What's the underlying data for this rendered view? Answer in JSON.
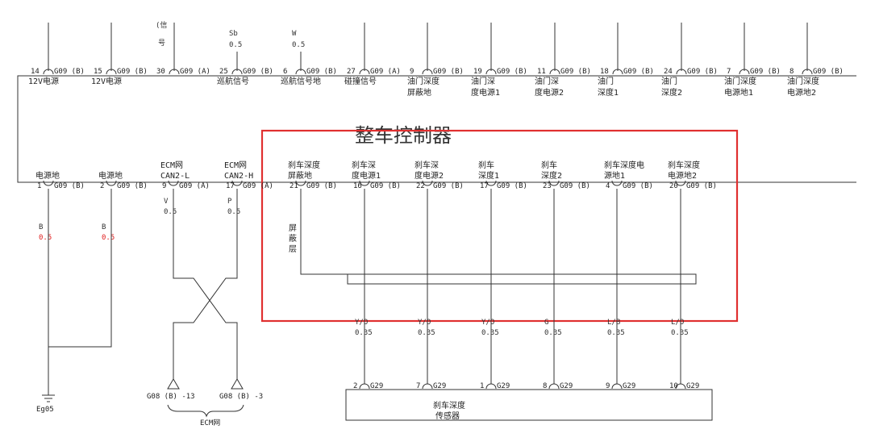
{
  "diagram": {
    "title": "整车控制器",
    "top_wire_labels": [
      {
        "id": "t1",
        "text": "(信"
      },
      {
        "id": "t2",
        "text": "号"
      },
      {
        "id": "t3",
        "text": "Sb"
      },
      {
        "id": "t4",
        "text": "0.5"
      },
      {
        "id": "t5",
        "text": "W"
      },
      {
        "id": "t6",
        "text": "0.5"
      }
    ],
    "top_pins": [
      {
        "pin": "14",
        "conn": "G09 (B)",
        "label1": "12V电源",
        "label2": ""
      },
      {
        "pin": "15",
        "conn": "G09 (B)",
        "label1": "12V电源",
        "label2": ""
      },
      {
        "pin": "30",
        "conn": "G09 (A)",
        "label1": "",
        "label2": ""
      },
      {
        "pin": "25",
        "conn": "G09 (B)",
        "label1": "巡航信号",
        "label2": ""
      },
      {
        "pin": "6",
        "conn": "G09 (B)",
        "label1": "巡航信号地",
        "label2": ""
      },
      {
        "pin": "27",
        "conn": "G09 (A)",
        "label1": "碰撞信号",
        "label2": ""
      },
      {
        "pin": "9",
        "conn": "G09 (B)",
        "label1": "油门深度",
        "label2": "屏蔽地"
      },
      {
        "pin": "19",
        "conn": "G09 (B)",
        "label1": "油门深",
        "label2": "度电源1"
      },
      {
        "pin": "11",
        "conn": "G09 (B)",
        "label1": "油门深",
        "label2": "度电源2"
      },
      {
        "pin": "18",
        "conn": "G09 (B)",
        "label1": "油门",
        "label2": "深度1"
      },
      {
        "pin": "24",
        "conn": "G09 (B)",
        "label1": "油门",
        "label2": "深度2"
      },
      {
        "pin": "7",
        "conn": "G09 (B)",
        "label1": "油门深度",
        "label2": "电源地1"
      },
      {
        "pin": "8",
        "conn": "G09 (B)",
        "label1": "油门深度",
        "label2": "电源地2"
      }
    ],
    "bottom_pins": [
      {
        "pin": "1",
        "conn": "G09 (B)",
        "label1": "",
        "label2": "电源地",
        "wire_color": "B",
        "wire_size": "0.5"
      },
      {
        "pin": "2",
        "conn": "G09 (B)",
        "label1": "",
        "label2": "电源地",
        "wire_color": "B",
        "wire_size": "0.5"
      },
      {
        "pin": "9",
        "conn": "G09 (A)",
        "label1": "ECM网",
        "label2": "CAN2-L",
        "wire_color": "V",
        "wire_size": "0.5"
      },
      {
        "pin": "17",
        "conn": "G09 (A)",
        "label1": "ECM网",
        "label2": "CAN2-H",
        "wire_color": "P",
        "wire_size": "0.5"
      },
      {
        "pin": "21",
        "conn": "G09 (B)",
        "label1": "刹车深度",
        "label2": "屏蔽地",
        "wire_color": "",
        "wire_size": ""
      },
      {
        "pin": "16",
        "conn": "G09 (B)",
        "label1": "刹车深",
        "label2": "度电源1",
        "wire_color": "Y/O",
        "wire_size": "0.35"
      },
      {
        "pin": "22",
        "conn": "G09 (B)",
        "label1": "刹车深",
        "label2": "度电源2",
        "wire_color": "Y/O",
        "wire_size": "0.35"
      },
      {
        "pin": "17",
        "conn": "G09 (B)",
        "label1": "刹车",
        "label2": "深度1",
        "wire_color": "Y/O",
        "wire_size": "0.35"
      },
      {
        "pin": "23",
        "conn": "G09 (B)",
        "label1": "刹车",
        "label2": "深度2",
        "wire_color": "G",
        "wire_size": "0.35"
      },
      {
        "pin": "4",
        "conn": "G09 (B)",
        "label1": "刹车深度电",
        "label2": "源地1",
        "wire_color": "L/B",
        "wire_size": "0.35"
      },
      {
        "pin": "20",
        "conn": "G09 (B)",
        "label1": "刹车深度",
        "label2": "电源地2",
        "wire_color": "L/O",
        "wire_size": "0.35"
      }
    ],
    "shield_label": [
      "屏",
      "蔽",
      "层"
    ],
    "sensor_pins": [
      {
        "pin": "2",
        "conn": "G29"
      },
      {
        "pin": "7",
        "conn": "G29"
      },
      {
        "pin": "1",
        "conn": "G29"
      },
      {
        "pin": "8",
        "conn": "G29"
      },
      {
        "pin": "9",
        "conn": "G29"
      },
      {
        "pin": "10",
        "conn": "G29"
      }
    ],
    "sensor_label": [
      "刹车深度",
      "传感器"
    ],
    "ground_label": "Eg05",
    "ecm_connectors": [
      "G08 (B) -13",
      "G08 (B) -3"
    ],
    "ecm_net_label": "ECM网"
  }
}
